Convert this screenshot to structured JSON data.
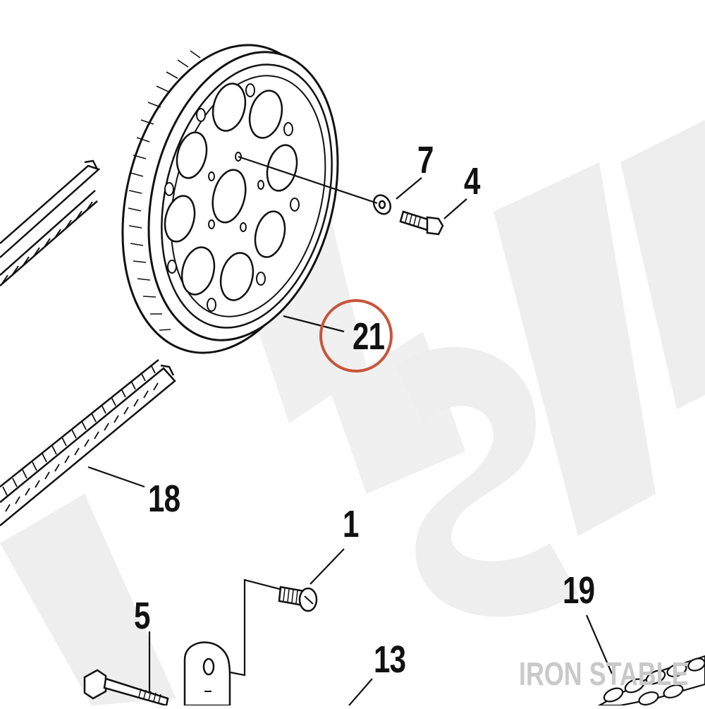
{
  "callouts": {
    "c7": "7",
    "c4": "4",
    "c21": "21",
    "c18": "18",
    "c1": "1",
    "c5": "5",
    "c13": "13",
    "c19": "19"
  },
  "highlight": {
    "target": "21",
    "color": "#c8553a"
  },
  "watermark": {
    "text": "IRON STABLE",
    "color": "#c9c9c9"
  },
  "colors": {
    "ink": "#111111",
    "paper": "#ffffff",
    "watermark_fill": "#eeeeee"
  }
}
